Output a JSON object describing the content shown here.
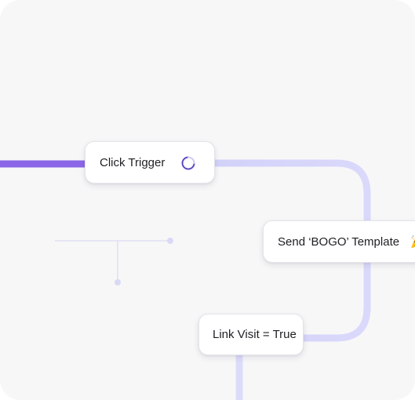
{
  "nodes": {
    "click_trigger": {
      "label": "Click Trigger",
      "status_icon": "loading-spinner-icon"
    },
    "send_template": {
      "label": "Send ‘BOGO’ Template",
      "icon": "party-popper-icon",
      "icon_glyph": "🎉"
    },
    "link_visit": {
      "label": "Link Visit = True"
    }
  },
  "colors": {
    "background": "#f7f7f8",
    "active_connector": "#8b66e6",
    "inactive_connector": "#d6d6f7",
    "spinner": "#5b4bc4",
    "muted_lines": "#dcdcf2"
  }
}
